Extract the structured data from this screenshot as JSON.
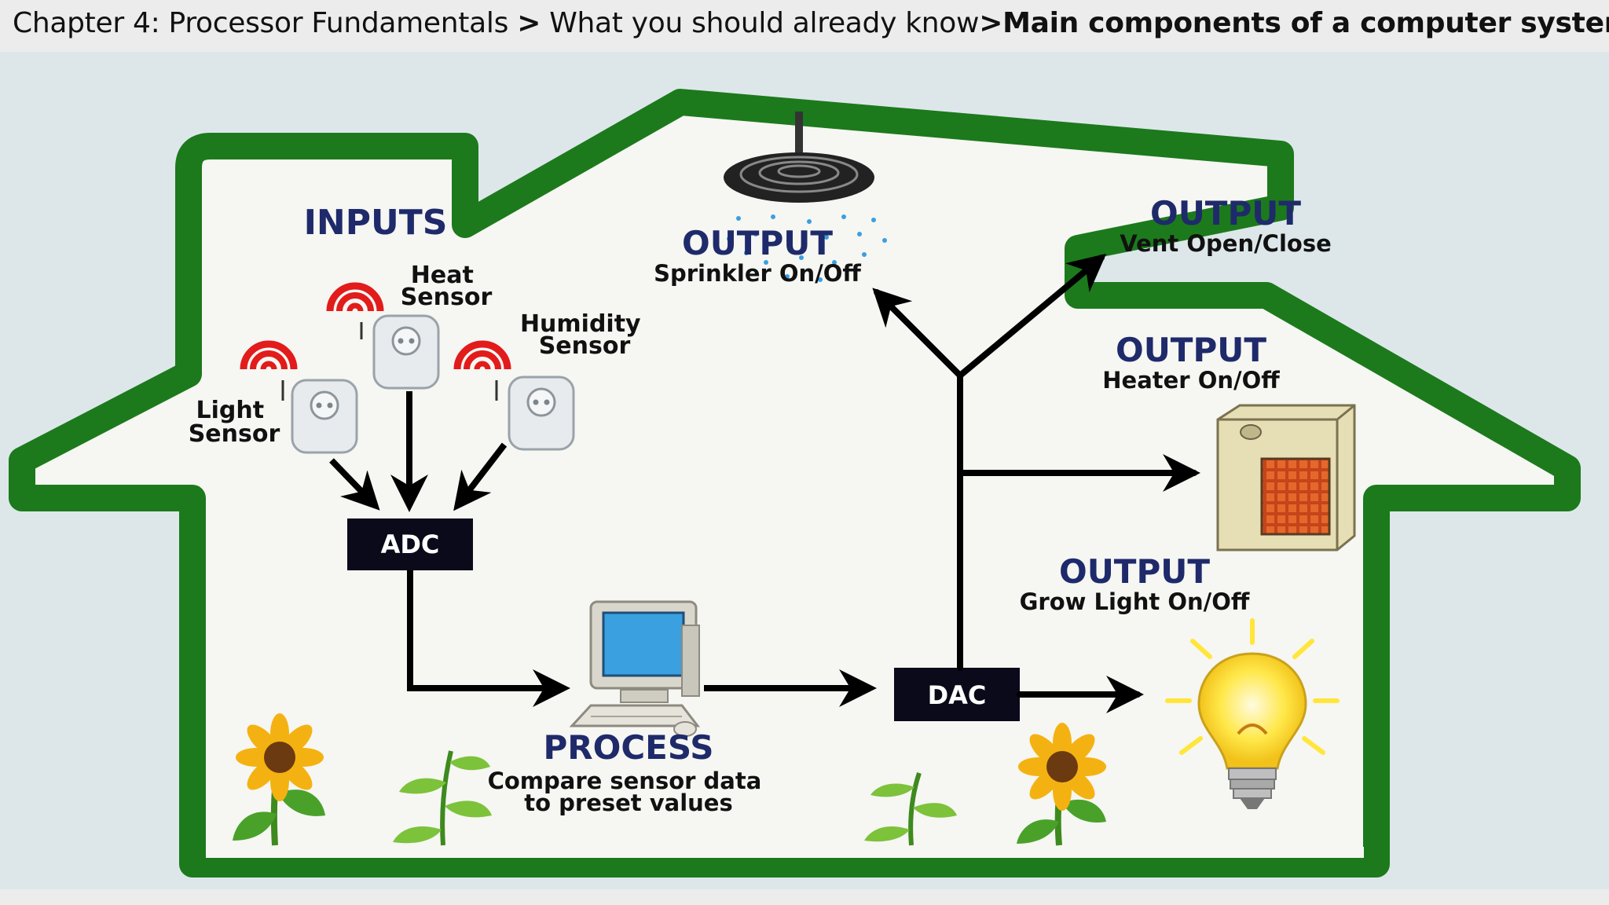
{
  "breadcrumb": {
    "chapter": "Chapter 4: Processor Fundamentals",
    "sep1": ">",
    "section": "What you should already know",
    "sep2": ">",
    "current": "Main components of a computer system"
  },
  "diagram": {
    "inputs_heading": "INPUTS",
    "heat_sensor": [
      "Heat",
      "Sensor"
    ],
    "humidity_sensor": [
      "Humidity",
      "Sensor"
    ],
    "light_sensor": [
      "Light",
      "Sensor"
    ],
    "adc": "ADC",
    "dac": "DAC",
    "process_heading": "PROCESS",
    "process_desc": [
      "Compare sensor data",
      "to preset values"
    ],
    "outputs": {
      "sprinkler": {
        "heading": "OUTPUT",
        "desc": "Sprinkler On/Off"
      },
      "vent": {
        "heading": "OUTPUT",
        "desc": "Vent Open/Close"
      },
      "heater": {
        "heading": "OUTPUT",
        "desc": "Heater On/Off"
      },
      "grow_light": {
        "heading": "OUTPUT",
        "desc": "Grow Light On/Off"
      }
    },
    "colors": {
      "house_outline": "#1c7a1c",
      "sky": "#dde7ea",
      "heading_navy": "#1f2a6b",
      "label_box": "#0a0a1a",
      "signal_red": "#e21b1b"
    }
  }
}
